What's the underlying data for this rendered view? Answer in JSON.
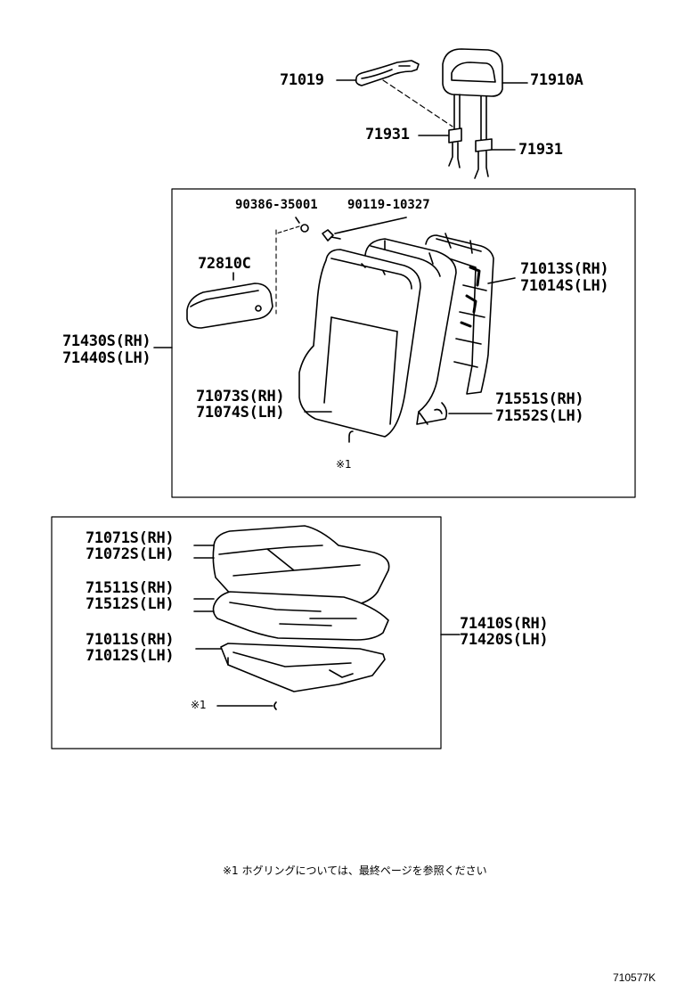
{
  "parts": {
    "p71019": "71019",
    "p71910A": "71910A",
    "p71931_left": "71931",
    "p71931_right": "71931",
    "p90386": "90386-35001",
    "p90119": "90119-10327",
    "p72810C": "72810C",
    "p71013S": "71013S(RH)",
    "p71014S": "71014S(LH)",
    "p71430S": "71430S(RH)",
    "p71440S": "71440S(LH)",
    "p71073S": "71073S(RH)",
    "p71074S": "71074S(LH)",
    "p71551S": "71551S(RH)",
    "p71552S": "71552S(LH)",
    "ref_mark_back": "※1",
    "p71071S": "71071S(RH)",
    "p71072S": "71072S(LH)",
    "p71511S": "71511S(RH)",
    "p71512S": "71512S(LH)",
    "p71011S": "71011S(RH)",
    "p71012S": "71012S(LH)",
    "p71410S": "71410S(RH)",
    "p71420S": "71420S(LH)",
    "ref_mark_cushion": "※1"
  },
  "footnote": "※1  ホグリングについては、最終ページを参照ください",
  "diagram_code": "710577K"
}
